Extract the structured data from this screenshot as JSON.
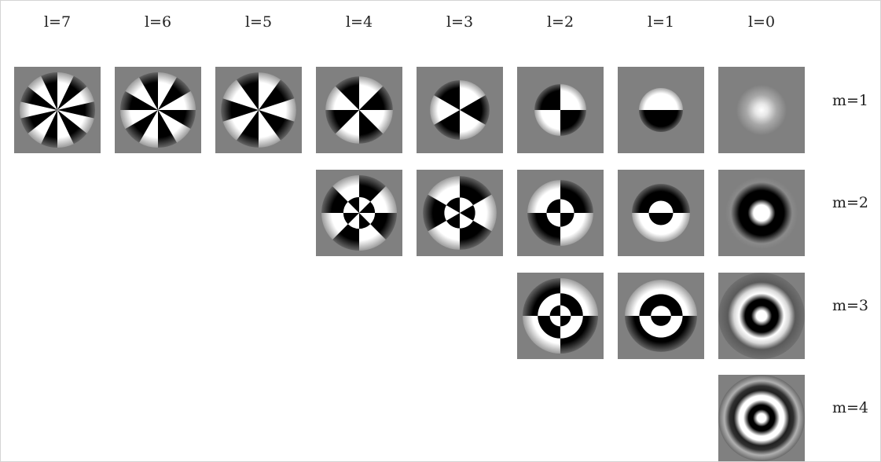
{
  "column_labels": [
    "l=7",
    "l=6",
    "l=5",
    "l=4",
    "l=3",
    "l=2",
    "l=1",
    "l=0"
  ],
  "row_labels": [
    "m=1",
    "m=2",
    "m=3",
    "m=4"
  ],
  "modes": [
    {
      "l": 7,
      "m": 1
    },
    {
      "l": 6,
      "m": 1
    },
    {
      "l": 5,
      "m": 1
    },
    {
      "l": 4,
      "m": 1
    },
    {
      "l": 3,
      "m": 1
    },
    {
      "l": 2,
      "m": 1
    },
    {
      "l": 1,
      "m": 1
    },
    {
      "l": 0,
      "m": 1
    },
    {
      "l": 4,
      "m": 2
    },
    {
      "l": 3,
      "m": 2
    },
    {
      "l": 2,
      "m": 2
    },
    {
      "l": 1,
      "m": 2
    },
    {
      "l": 0,
      "m": 2
    },
    {
      "l": 2,
      "m": 3
    },
    {
      "l": 1,
      "m": 3
    },
    {
      "l": 0,
      "m": 3
    },
    {
      "l": 0,
      "m": 4
    }
  ],
  "colors": {
    "positive": "#ffffff",
    "negative": "#000000",
    "background": "#808080"
  }
}
